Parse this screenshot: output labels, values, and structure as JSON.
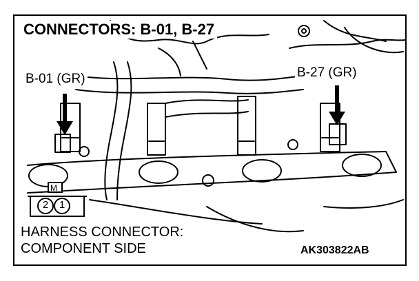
{
  "title": "CONNECTORS: B-01, B-27",
  "connectors": [
    {
      "label": "B-01 (GR)"
    },
    {
      "label": "B-27 (GR)"
    }
  ],
  "connector_face": {
    "key": "M",
    "pins": [
      "2",
      "1"
    ]
  },
  "caption": {
    "line1": "HARNESS CONNECTOR:",
    "line2": "COMPONENT SIDE"
  },
  "figure_code": "AK303822AB"
}
